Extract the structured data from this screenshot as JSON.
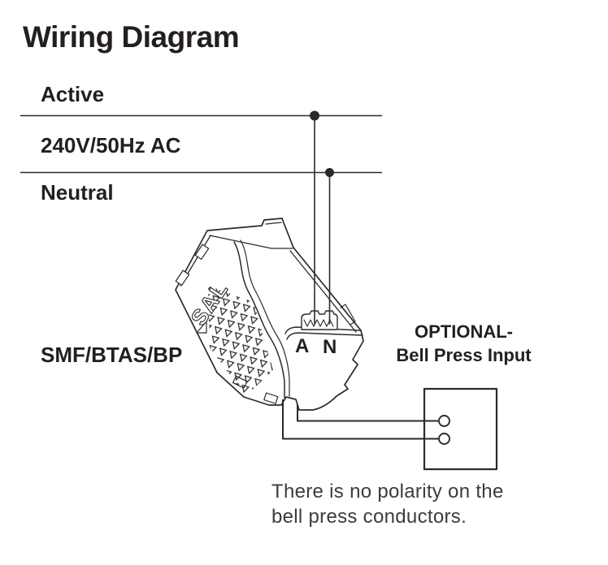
{
  "title": "Wiring Diagram",
  "supply": {
    "active_label": "Active",
    "voltage_label": "240V/50Hz AC",
    "neutral_label": "Neutral"
  },
  "module": {
    "model_label": "SMF/BTAS/BP",
    "brand_logo": "SAL",
    "terminal_active_label": "A",
    "terminal_neutral_label": "N"
  },
  "bell_press": {
    "heading_line1": "OPTIONAL-",
    "heading_line2": "Bell Press Input",
    "note_line1": "There is no polarity on the",
    "note_line2": "bell press conductors."
  },
  "colors": {
    "diagram_line": "#2b2a29",
    "heading_text": "#231f20",
    "note_text": "#3c3c3c",
    "background": "#ffffff"
  }
}
